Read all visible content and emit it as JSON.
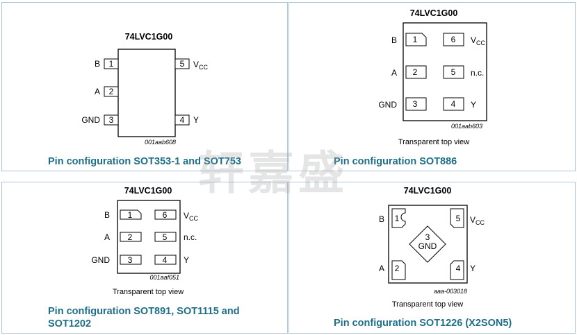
{
  "part_number": "74LVC1G00",
  "panels": [
    {
      "caption": "Pin configuration SOT353-1 and SOT753",
      "figure_id": "001aab608",
      "left_pins": [
        {
          "label": "B",
          "num": "1"
        },
        {
          "label": "A",
          "num": "2"
        },
        {
          "label": "GND",
          "num": "3"
        }
      ],
      "right_pins": [
        {
          "label": "V",
          "sub": "CC",
          "num": "5"
        },
        {
          "label": "Y",
          "num": "4"
        }
      ]
    },
    {
      "caption": "Pin configuration SOT886",
      "figure_id": "001aab603",
      "view_note": "Transparent top view",
      "rows": [
        {
          "left_label": "B",
          "left_num": "1",
          "right_num": "6",
          "right_label": "V",
          "right_sub": "CC"
        },
        {
          "left_label": "A",
          "left_num": "2",
          "right_num": "5",
          "right_label": "n.c.",
          "right_sub": ""
        },
        {
          "left_label": "GND",
          "left_num": "3",
          "right_num": "4",
          "right_label": "Y",
          "right_sub": ""
        }
      ]
    },
    {
      "caption_line1": "Pin configuration SOT891, SOT1115 and",
      "caption_line2": "SOT1202",
      "figure_id": "001aaf051",
      "view_note": "Transparent top view",
      "rows": [
        {
          "left_label": "B",
          "left_num": "1",
          "right_num": "6",
          "right_label": "V",
          "right_sub": "CC"
        },
        {
          "left_label": "A",
          "left_num": "2",
          "right_num": "5",
          "right_label": "n.c.",
          "right_sub": ""
        },
        {
          "left_label": "GND",
          "left_num": "3",
          "right_num": "4",
          "right_label": "Y",
          "right_sub": ""
        }
      ]
    },
    {
      "caption": "Pin configuration SOT1226 (X2SON5)",
      "figure_id": "aaa-003018",
      "view_note": "Transparent top view",
      "pins": {
        "top_left": {
          "label": "B",
          "num": "1"
        },
        "top_right": {
          "label": "V",
          "sub": "CC",
          "num": "5"
        },
        "bottom_left": {
          "label": "A",
          "num": "2"
        },
        "bottom_right": {
          "label": "Y",
          "num": "4"
        },
        "center": {
          "num": "3",
          "label": "GND"
        }
      }
    }
  ],
  "watermark": "轩嘉盛"
}
